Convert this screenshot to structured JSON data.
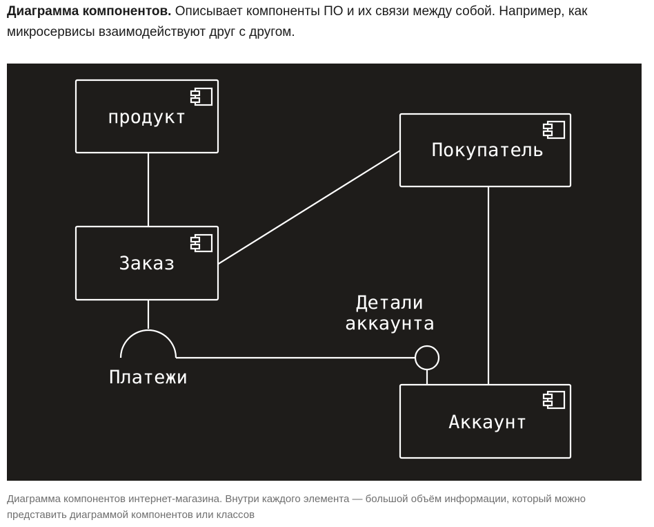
{
  "intro": {
    "lead": "Диаграмма компонентов.",
    "text": " Описывает компоненты ПО и их связи между собой. Например, как микросервисы взаимодействуют друг с другом."
  },
  "diagram": {
    "background": "#1e1c1a",
    "stroke": "#ffffff",
    "components": {
      "product": "продукт",
      "buyer": "Покупатель",
      "order": "Заказ",
      "account": "Аккаунт"
    },
    "interfaces": {
      "payments": "Платежи",
      "account_details_line1": "Детали",
      "account_details_line2": "аккаунта"
    },
    "icon": "component-icon"
  },
  "caption": "Диаграмма компонентов интернет-магазина. Внутри каждого элемента — большой объём информации, который можно представить диаграммой компонентов или классов"
}
